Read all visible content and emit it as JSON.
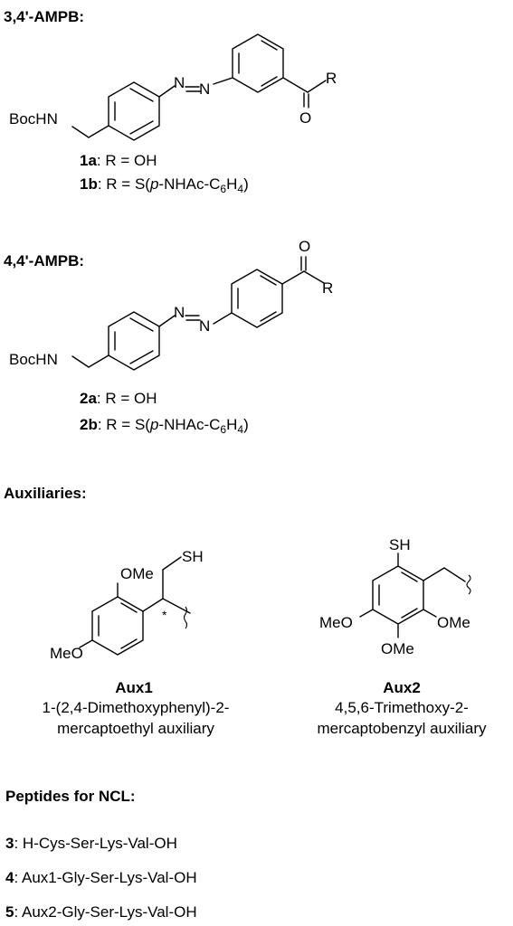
{
  "sections": {
    "ampb34": {
      "header": "3,4'-AMPB:",
      "atoms": {
        "bochn": "BocHN",
        "n1": "N",
        "n2": "N",
        "r": "R",
        "o": "O"
      },
      "compounds": [
        {
          "id": "1a",
          "rest": ": R = OH",
          "subs": []
        },
        {
          "id": "1b",
          "rest": ": R = S(",
          "p": "p",
          "mid": "-NHAc-C",
          "sub1": "6",
          "h": "H",
          "sub2": "4",
          "close": ")"
        }
      ]
    },
    "ampb44": {
      "header": "4,4'-AMPB:",
      "atoms": {
        "bochn": "BocHN",
        "n1": "N",
        "n2": "N",
        "r": "R",
        "o": "O"
      },
      "compounds": [
        {
          "id": "2a",
          "rest": ": R = OH"
        },
        {
          "id": "2b",
          "rest": ": R = S(",
          "p": "p",
          "mid": "-NHAc-C",
          "sub1": "6",
          "h": "H",
          "sub2": "4",
          "close": ")"
        }
      ]
    },
    "auxiliaries": {
      "header": "Auxiliaries:",
      "aux1": {
        "atoms": {
          "sh": "SH",
          "ome_top": "OMe",
          "meo": "MeO",
          "star": "*"
        },
        "name": "Aux1",
        "desc_line1": "1-(2,4-Dimethoxyphenyl)-2-",
        "desc_line2": "mercaptoethyl auxiliary"
      },
      "aux2": {
        "atoms": {
          "sh": "SH",
          "meo": "MeO",
          "ome_right": "OMe",
          "ome_bottom": "OMe"
        },
        "name": "Aux2",
        "desc_line1": "4,5,6-Trimethoxy-2-",
        "desc_line2": "mercaptobenzyl auxiliary"
      }
    },
    "peptides": {
      "header": "Peptides for NCL:",
      "items": [
        {
          "id": "3",
          "seq": ": H-Cys-Ser-Lys-Val-OH"
        },
        {
          "id": "4",
          "seq": ": Aux1-Gly-Ser-Lys-Val-OH"
        },
        {
          "id": "5",
          "seq": ": Aux2-Gly-Ser-Lys-Val-OH"
        }
      ]
    }
  }
}
